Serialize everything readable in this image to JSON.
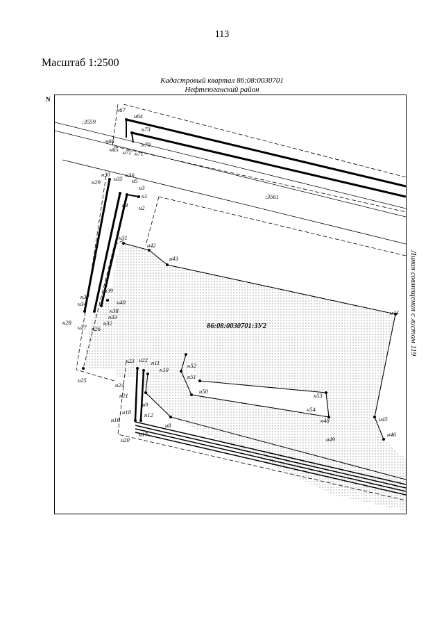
{
  "page": {
    "number": "113",
    "scale": "Масштаб 1:2500"
  },
  "map": {
    "title_line1": "Кадастровый квартал 86:08:0030701",
    "title_line2": "Нефтеюганский район",
    "side_note": "Линия совмещения с листом 119",
    "north_label": "N",
    "parcel_label": "86:08:0030701:ЗУ2",
    "neighbor_labels": [
      ":3559",
      ":3561"
    ],
    "points": [
      "н1",
      "н2",
      "н3",
      "н4",
      "н5",
      "н8",
      "н9",
      "н10",
      "н11",
      "н12",
      "н16",
      "н17",
      "н18",
      "н20",
      "н21",
      "н22",
      "н23",
      "н24",
      "н25",
      "н26",
      "н27",
      "н28",
      "н29",
      "н30",
      "н31",
      "н32",
      "н33",
      "н34",
      "н35",
      "н36",
      "н37",
      "н38",
      "н39",
      "н40",
      "н42",
      "н43",
      "н44",
      "н45",
      "н46",
      "н48",
      "н49",
      "н50",
      "н51",
      "н52",
      "н53",
      "н54",
      "н64",
      "н65",
      "н66",
      "н67",
      "н70",
      "н71",
      "н72",
      "н73"
    ]
  }
}
